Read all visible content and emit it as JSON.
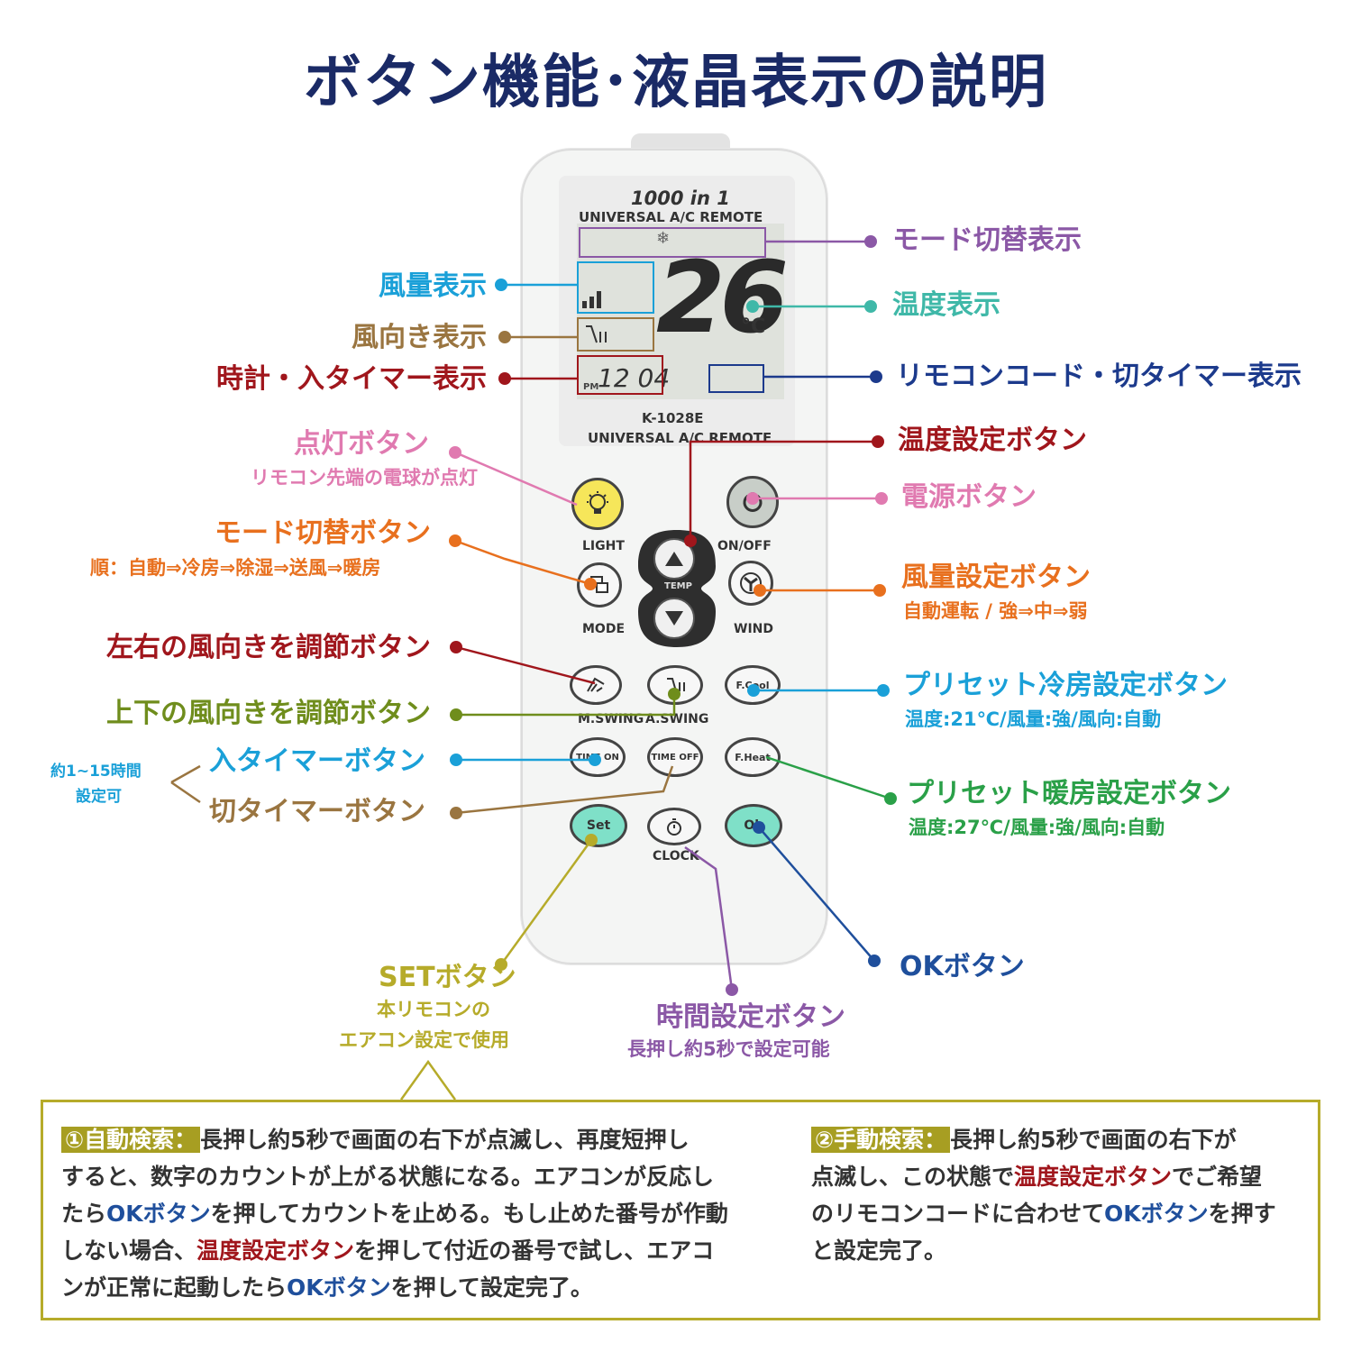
{
  "title": "ボタン機能･液晶表示の説明",
  "remote": {
    "brand1": "1000 in 1",
    "brand2": "UNIVERSAL A/C REMOTE",
    "model": "K-1028E",
    "brand3": "UNIVERSAL A/C REMOTE",
    "lcd_temp": "26",
    "lcd_unit": "°C",
    "lcd_clock": "12 04",
    "lcd_pm": "PM",
    "btn_light": "LIGHT",
    "btn_onoff": "ON/OFF",
    "btn_mode": "MODE",
    "btn_wind": "WIND",
    "btn_temp": "TEMP",
    "btn_mswing": "M.SWING",
    "btn_aswing": "A.SWING",
    "btn_fcool": "F.Cool",
    "btn_timeon": "TIME ON",
    "btn_timeoff": "TIME OFF",
    "btn_fheat": "F.Heat",
    "btn_set": "Set",
    "btn_clock": "CLOCK",
    "btn_ok": "Ok"
  },
  "labels": {
    "mode_display": "モード切替表示",
    "wind_display": "風量表示",
    "temp_display": "温度表示",
    "direction_display": "風向き表示",
    "clock_display": "時計・入タイマー表示",
    "code_display": "リモコンコード・切タイマー表示",
    "light_button": "点灯ボタン",
    "light_sub": "リモコン先端の電球が点灯",
    "temp_button": "温度設定ボタン",
    "power_button": "電源ボタン",
    "mode_button": "モード切替ボタン",
    "mode_sub": "順：自動⇒冷房⇒除湿⇒送風⇒暖房",
    "wind_button": "風量設定ボタン",
    "wind_sub": "自動運転 / 強⇒中⇒弱",
    "lr_swing": "左右の風向きを調節ボタン",
    "ud_swing": "上下の風向きを調節ボタン",
    "preset_cool": "プリセット冷房設定ボタン",
    "preset_cool_sub": "温度:21℃/風量:強/風向:自動",
    "timer_on": "入タイマーボタン",
    "timer_off": "切タイマーボタン",
    "timer_note1": "約1~15時間",
    "timer_note2": "設定可",
    "preset_heat": "プリセット暖房設定ボタン",
    "preset_heat_sub": "温度:27℃/風量:強/風向:自動",
    "ok_button": "OKボタン",
    "set_button": "SETボタン",
    "set_sub1": "本リモコンの",
    "set_sub2": "エアコン設定で使用",
    "clock_button": "時間設定ボタン",
    "clock_sub": "長押し約5秒で設定可能"
  },
  "colors": {
    "title": "#1a2a66",
    "purple": "#8b58a6",
    "cyan": "#1aa0d8",
    "teal": "#3fb8a8",
    "brown": "#9a7540",
    "darkred": "#a0161c",
    "navy": "#1c3a8c",
    "pink": "#e07ab0",
    "orange": "#e8701e",
    "olive_green": "#6f8d1c",
    "green": "#2aa048",
    "blue": "#1f4f9c",
    "olive": "#b6ab2a"
  },
  "notes": {
    "auto": {
      "tag": "①自動検索：",
      "l1": "長押し約5秒で画面の右下が点滅し、再度短押し",
      "l2": "すると、数字のカウントが上がる状態になる。エアコンが反応し",
      "l3a": "たら",
      "ok": "OKボタン",
      "l3b": "を押してカウントを止める。もし止めた番号が作動",
      "l4a": "しない場合、",
      "temp": "温度設定ボタン",
      "l4b": "を押して付近の番号で試し、エアコ",
      "l5a": "ンが正常に起動したら",
      "l5b": "を押して設定完了。"
    },
    "manual": {
      "tag": "②手動検索：",
      "l1": "長押し約5秒で画面の右下が",
      "l2a": "点滅し、この状態で",
      "temp": "温度設定ボタン",
      "l2b": "でご希望",
      "l3a": "のリモコンコードに合わせて",
      "ok": "OKボタン",
      "l3b": "を押す",
      "l4": "と設定完了。"
    }
  }
}
